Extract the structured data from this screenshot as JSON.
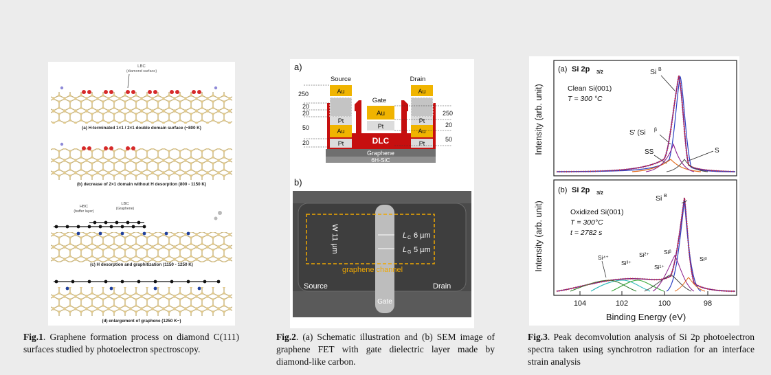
{
  "fig1": {
    "lbc_top": "LBC",
    "lbc_top_sub": "(diamond surface)",
    "label_a": "(a) H-terminated 1×1 / 2×1 double domain surface (~800 K)",
    "label_b": "(b) decrease of 2×1 domain without H desorption (800 - 1150 K)",
    "hbc": "HBC",
    "hbc_sub": "(buffer layer)",
    "lbc_c": "LBC",
    "lbc_c_sub": "(Graphene)",
    "label_c": "(c) H desorption and graphitization (1150 - 1250 K)",
    "label_d": "(d) enlargement of graphene (1250 K~)",
    "caption_num": "Fig.1",
    "caption_text": ". Graphene formation process on diamond C(111) surfaces studied by photoelectron spectroscopy."
  },
  "fig2": {
    "a": "a)",
    "b": "b)",
    "source": "Source",
    "drain": "Drain",
    "gate": "Gate",
    "au": "Au",
    "pt": "Pt",
    "dlc": "DLC",
    "graphene": "Graphene",
    "sic": "6H-SiC",
    "dims_left": [
      "250",
      "20",
      "20",
      "50",
      "20"
    ],
    "dims_right": [
      "250",
      "20",
      "50"
    ],
    "sem_w": "W 11 µm",
    "sem_lc": "L",
    "sem_lc_sub": "C",
    "sem_lc_val": "6 µm",
    "sem_lg": "L",
    "sem_lg_sub": "G",
    "sem_lg_val": "5 µm",
    "sem_channel": "graphene channel",
    "sem_source": "Source",
    "sem_drain": "Drain",
    "sem_gate": "Gate",
    "caption_num": "Fig.2",
    "caption_text": ". (a) Schematic illustration and  (b) SEM image of graphene FET with gate dielectric layer made by diamond-like carbon."
  },
  "fig3": {
    "ylabel": "Intensity (arb. unit)",
    "xlabel": "Binding Energy (eV)",
    "xticks": [
      "104",
      "102",
      "100",
      "98"
    ],
    "top": {
      "tag": "(a)",
      "title": "Si 2p",
      "title_sub": "3/2",
      "cond1": "Clean Si(001)",
      "cond2": "T = 300 °C",
      "peak_b": "Si",
      "peak_b_sup": "B",
      "peak_sp": "S' (Si",
      "peak_sp_sup": "β",
      "peak_ss": "SS",
      "peak_s": "S"
    },
    "bottom": {
      "tag": "(b)",
      "title": "Si 2p",
      "title_sub": "3/2",
      "cond1": "Oxidized Si(001)",
      "cond2": "T = 300°C",
      "cond3": "t = 2782 s",
      "peak_b": "Si",
      "peak_b_sup": "B",
      "peaks": [
        "Si⁴⁺",
        "Si³⁺",
        "Si²⁺",
        "Si¹⁺",
        "Siᵝ",
        "Siᵅ"
      ]
    },
    "caption_num": "Fig.3",
    "caption_text": ". Peak decomvolution analysis of Si 2p photoelectron spectra taken using synchrotron radiation for an interface strain analysis"
  }
}
